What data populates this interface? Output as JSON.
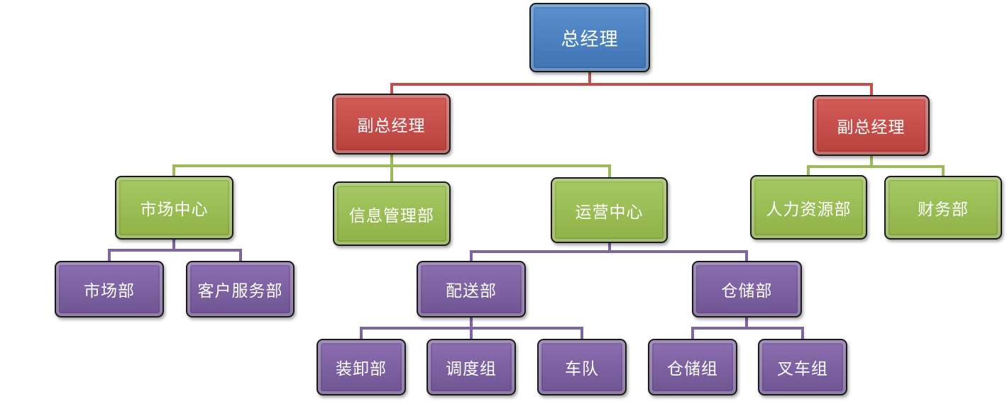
{
  "colors": {
    "level1": "#4f81bd",
    "level2": "#c0504d",
    "level3": "#9bbb59",
    "level4": "#8064a2",
    "connector_red": "#c0504d",
    "connector_green": "#9bbb59",
    "connector_purple": "#8064a2"
  },
  "org": {
    "ceo": "总经理",
    "vp_left": "副总经理",
    "vp_right": "副总经理",
    "market_center": "市场中心",
    "info_dept": "信息管理部",
    "ops_center": "运营中心",
    "hr_dept": "人力资源部",
    "finance_dept": "财务部",
    "market_dept": "市场部",
    "cs_dept": "客户服务部",
    "delivery_dept": "配送部",
    "storage_dept": "仓储部",
    "loading_dept": "装卸部",
    "dispatch_group": "调度组",
    "fleet": "车队",
    "storage_group": "仓储组",
    "forklift_group": "叉车组"
  }
}
